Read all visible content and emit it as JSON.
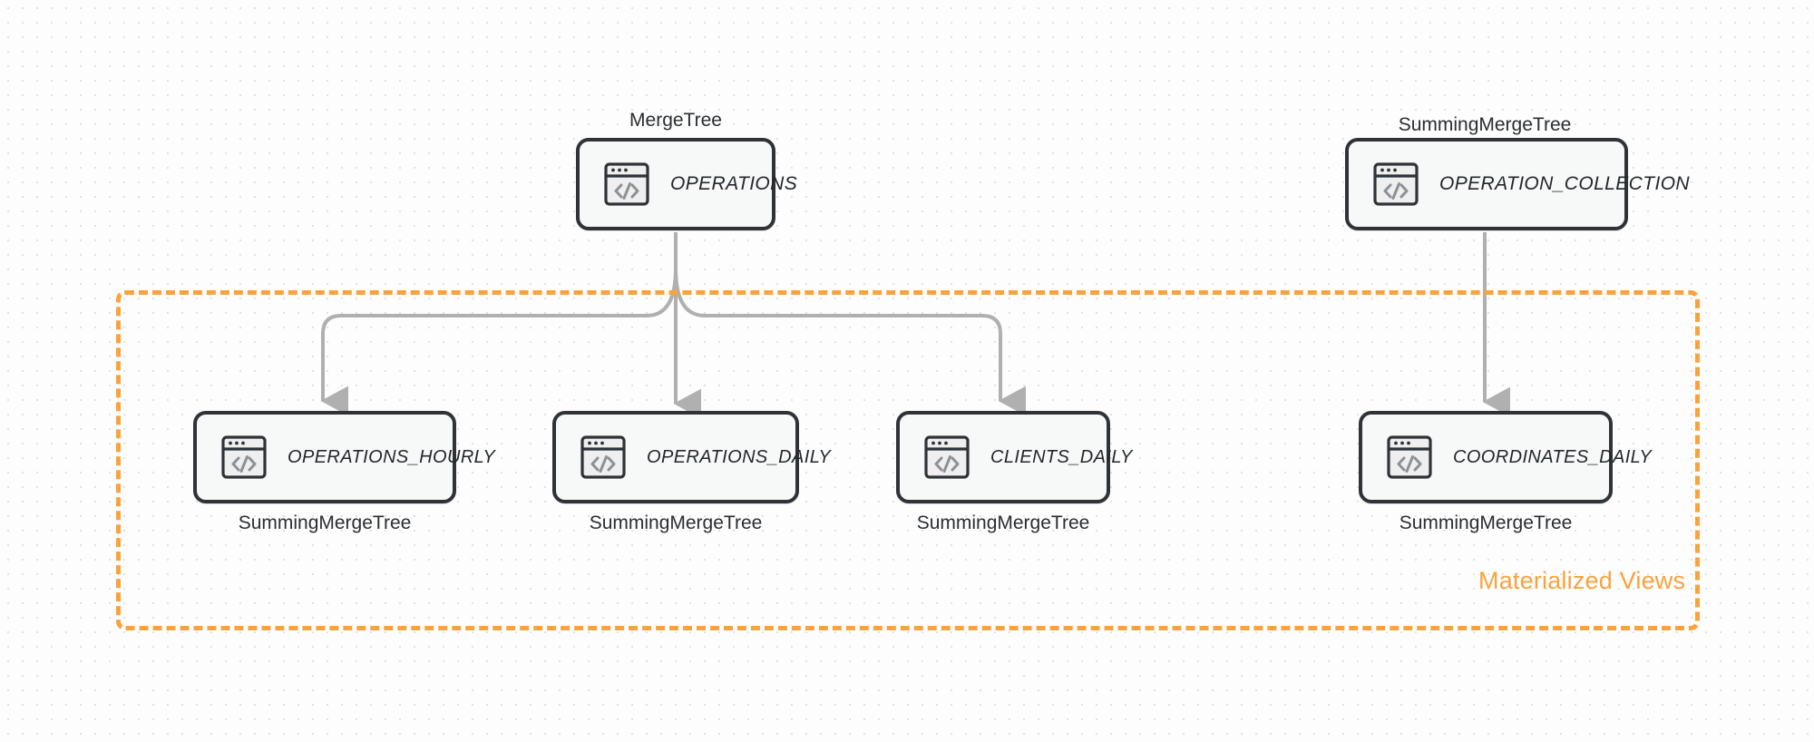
{
  "diagram": {
    "title": "ClickHouse table and materialized view lineage",
    "colors": {
      "accent_orange": "#f9a33c",
      "node_border": "#2f3337",
      "node_fill": "#f7f8f8",
      "edge_gray": "#b0b0b0",
      "background": "#fdfdfd"
    },
    "group": {
      "label": "Materialized Views"
    },
    "source_nodes": [
      {
        "id": "operations",
        "name": "OPERATIONS",
        "engine": "MergeTree",
        "icon": "code-window-icon"
      },
      {
        "id": "operation-collection",
        "name": "OPERATION_COLLECTION",
        "engine": "SummingMergeTree",
        "icon": "code-window-icon"
      }
    ],
    "view_nodes": [
      {
        "id": "operations-hourly",
        "name": "OPERATIONS_HOURLY",
        "engine": "SummingMergeTree",
        "icon": "code-window-icon"
      },
      {
        "id": "operations-daily",
        "name": "OPERATIONS_DAILY",
        "engine": "SummingMergeTree",
        "icon": "code-window-icon"
      },
      {
        "id": "clients-daily",
        "name": "CLIENTS_DAILY",
        "engine": "SummingMergeTree",
        "icon": "code-window-icon"
      },
      {
        "id": "coordinates-daily",
        "name": "COORDINATES_DAILY",
        "engine": "SummingMergeTree",
        "icon": "code-window-icon"
      }
    ],
    "edges": [
      {
        "from": "operations",
        "to": "operations-hourly"
      },
      {
        "from": "operations",
        "to": "operations-daily"
      },
      {
        "from": "operations",
        "to": "clients-daily"
      },
      {
        "from": "operation-collection",
        "to": "coordinates-daily"
      }
    ]
  }
}
